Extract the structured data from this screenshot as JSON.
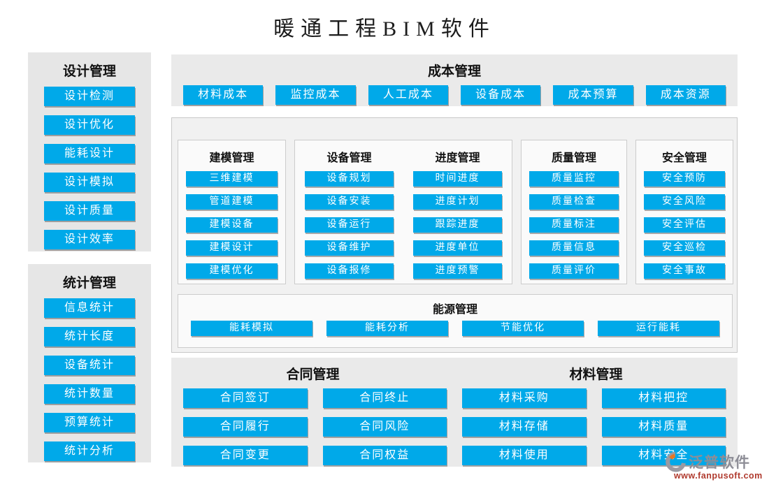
{
  "title": "暖通工程BIM软件",
  "colors": {
    "accent": "#00a9e9"
  },
  "design_panel": {
    "title": "设计管理",
    "items": [
      "设计检测",
      "设计优化",
      "能耗设计",
      "设计模拟",
      "设计质量",
      "设计效率"
    ]
  },
  "stats_panel": {
    "title": "统计管理",
    "items": [
      "信息统计",
      "统计长度",
      "设备统计",
      "统计数量",
      "预算统计",
      "统计分析"
    ]
  },
  "cost_panel": {
    "title": "成本管理",
    "items": [
      "材料成本",
      "监控成本",
      "人工成本",
      "设备成本",
      "成本预算",
      "成本资源"
    ]
  },
  "modeling": {
    "title": "建模管理",
    "items": [
      "三维建模",
      "管道建模",
      "建模设备",
      "建模设计",
      "建模优化"
    ]
  },
  "equipment": {
    "title": "设备管理",
    "items": [
      "设备规划",
      "设备安装",
      "设备运行",
      "设备维护",
      "设备报修"
    ]
  },
  "progress": {
    "title": "进度管理",
    "items": [
      "时间进度",
      "进度计划",
      "跟踪进度",
      "进度单位",
      "进度预警"
    ]
  },
  "quality": {
    "title": "质量管理",
    "items": [
      "质量监控",
      "质量检查",
      "质量标注",
      "质量信息",
      "质量评价"
    ]
  },
  "safety": {
    "title": "安全管理",
    "items": [
      "安全预防",
      "安全风险",
      "安全评估",
      "安全巡检",
      "安全事故"
    ]
  },
  "energy": {
    "title": "能源管理",
    "items": [
      "能耗模拟",
      "能耗分析",
      "节能优化",
      "运行能耗"
    ]
  },
  "bottom_panel": {
    "headers": [
      "合同管理",
      "材料管理"
    ],
    "rows": [
      [
        "合同签订",
        "合同终止",
        "材料采购",
        "材料把控"
      ],
      [
        "合同履行",
        "合同风险",
        "材料存储",
        "材料质量"
      ],
      [
        "合同变更",
        "合同权益",
        "材料使用",
        "材料安全"
      ]
    ]
  },
  "watermark": {
    "name": "泛普软件",
    "url": "www.fanpusoft.com"
  }
}
